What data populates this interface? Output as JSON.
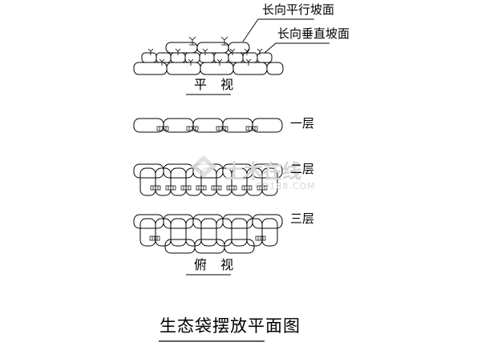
{
  "diagram": {
    "annotations": {
      "parallel_slope": "长向平行坡面",
      "perpendicular_slope": "长向垂直坡面"
    },
    "views": {
      "front_view": "平 视",
      "top_view": "俯 视"
    },
    "layers": {
      "layer1": "一层",
      "layer2": "二层",
      "layer3": "三层"
    },
    "title": "生态袋摆放平面图"
  },
  "watermark": {
    "brand": "土木在线",
    "domain": "CO188.COM"
  }
}
